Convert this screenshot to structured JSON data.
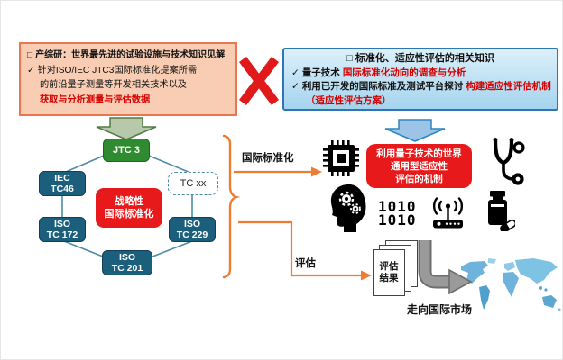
{
  "colors": {
    "accent_orange": "#ED7D31",
    "red_accent": "#E8191B",
    "red_text": "#D40000",
    "teal_node": "#1C5F7C",
    "green_node": "#2E8B2F",
    "blue_box_border": "#2E75B6",
    "salmon_box_border": "#E8764F",
    "salmon_box_fill": "#F8CDB4",
    "connector_line": "#4E8CA8",
    "x_mark": "#E01A1A"
  },
  "left_box": {
    "bullet": "□",
    "title": "产综研：世界最先进的试验设施与技术知识见解",
    "check": "✓",
    "line1": "针对ISO/IEC JTC3国际标准化提案所需",
    "line2": "的前沿量子测量等开发相关技术以及",
    "line3_red": "获取与分析测量与评估数据"
  },
  "right_box": {
    "bullet": "□",
    "title": "标准化、适应性评估的相关知识",
    "check": "✓",
    "line1_black": "量子技术",
    "line1_red": "国际标准化动向的调查与分析",
    "line2_black": "利用已开发的国际标准及测试平台探讨",
    "line2_red": "构建适应性评估机制",
    "line3_red": "（适应性评估方案）"
  },
  "diagram": {
    "jtc3": "JTC 3",
    "iec_tc46": [
      "IEC",
      "TC46"
    ],
    "tc_xx": "TC xx",
    "strategy": [
      "战略性",
      "国际标准化"
    ],
    "iso_tc172": [
      "ISO",
      "TC 172"
    ],
    "iso_tc229": [
      "ISO",
      "TC 229"
    ],
    "iso_tc201": [
      "ISO",
      "TC 201"
    ]
  },
  "flows": {
    "standardization": "国际标准化",
    "evaluation": "评估"
  },
  "right_panel": {
    "red_box": [
      "利用量子技术的世界",
      "通用型适应性",
      "评估的机制"
    ],
    "binary": [
      "1010",
      "1010"
    ],
    "icons": [
      "cpu-chip",
      "stethoscope",
      "head-gears",
      "binary-code",
      "wireless-router",
      "medicine-bottle"
    ]
  },
  "output": {
    "doc": [
      "评估",
      "结果"
    ],
    "market": "走向国际市场"
  }
}
